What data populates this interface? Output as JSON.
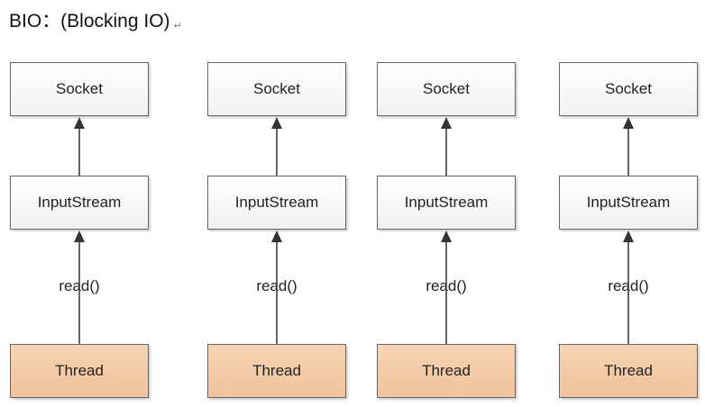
{
  "title": "BIO：(Blocking IO)",
  "return_mark": "↵",
  "stacks": [
    {
      "socket": "Socket",
      "input": "InputStream",
      "call": "read()",
      "thread": "Thread"
    },
    {
      "socket": "Socket",
      "input": "InputStream",
      "call": "read()",
      "thread": "Thread"
    },
    {
      "socket": "Socket",
      "input": "InputStream",
      "call": "read()",
      "thread": "Thread"
    },
    {
      "socket": "Socket",
      "input": "InputStream",
      "call": "read()",
      "thread": "Thread"
    }
  ],
  "colors": {
    "thread_fill": "#f0c39d",
    "box_fill": "#f1f1f1",
    "line": "#333333"
  }
}
